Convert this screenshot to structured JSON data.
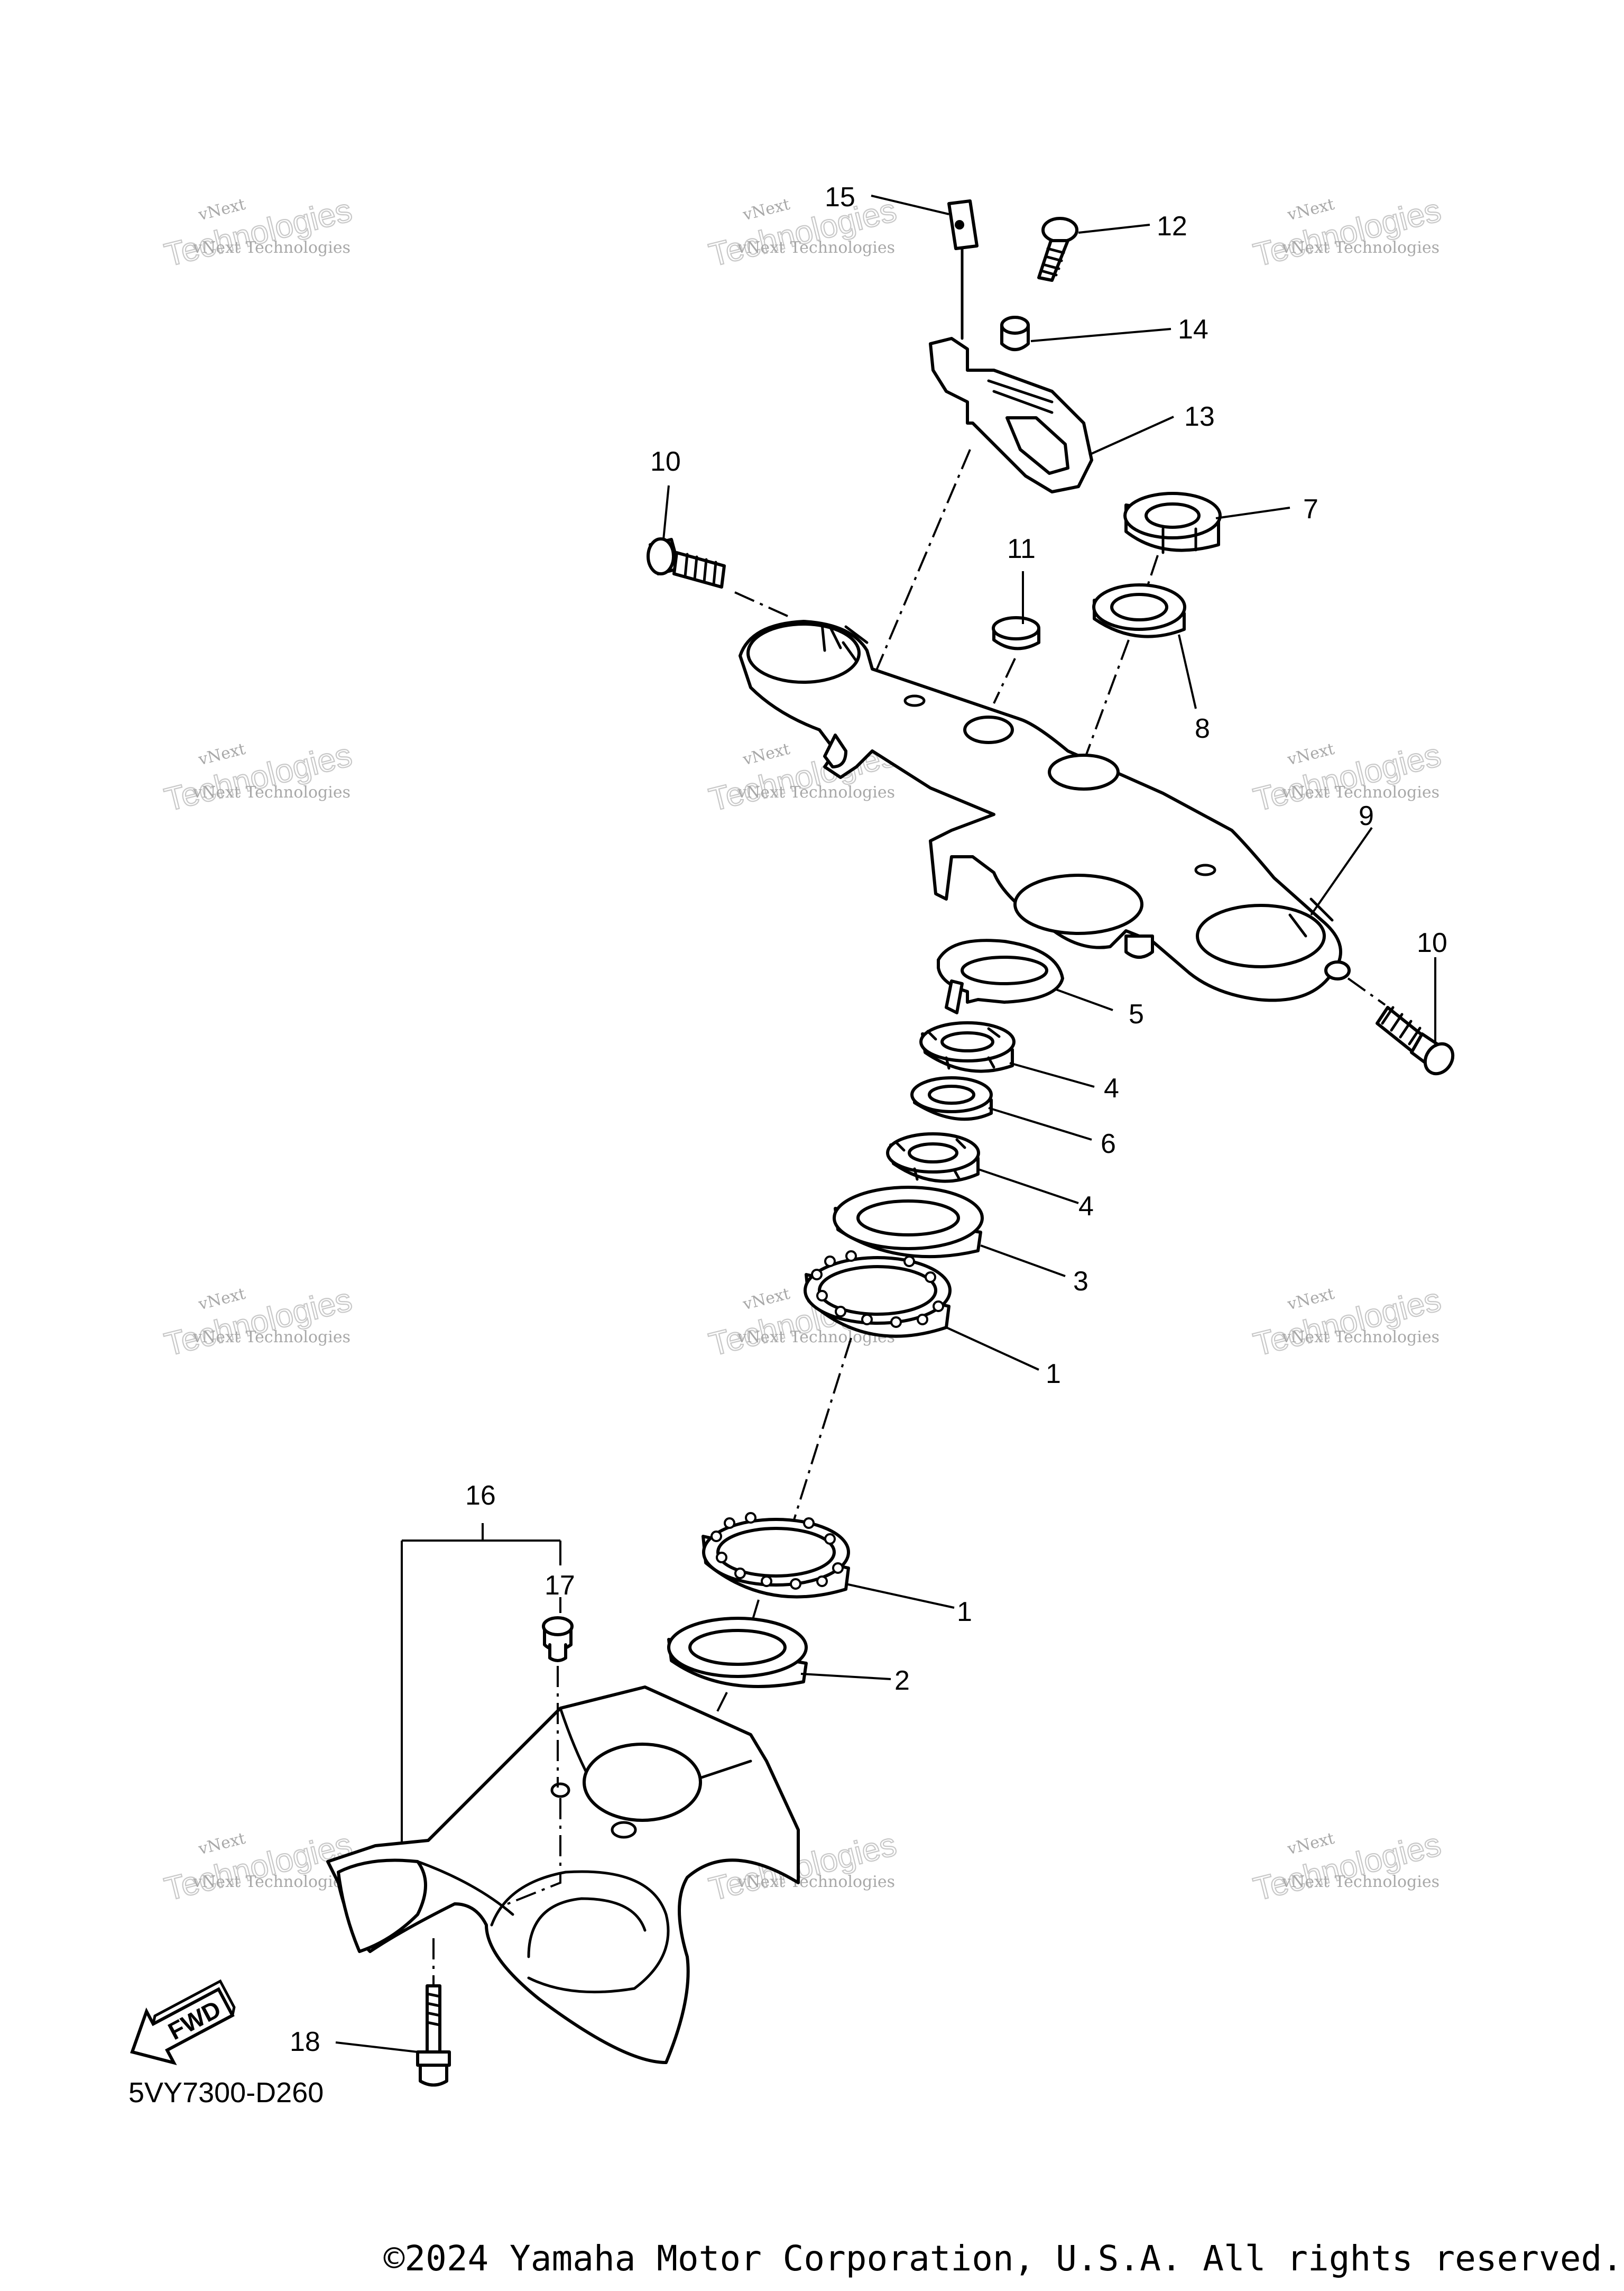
{
  "diagram": {
    "code": "5VY7300-D260",
    "fwd_label": "FWD",
    "watermark_line1": "vNext Technologies",
    "watermark_line2": "Technologies",
    "watermark_small": "vNext",
    "callouts": {
      "c1a": "1",
      "c1b": "1",
      "c2": "2",
      "c3": "3",
      "c4a": "4",
      "c4b": "4",
      "c5": "5",
      "c6": "6",
      "c7": "7",
      "c8": "8",
      "c9": "9",
      "c10a": "10",
      "c10b": "10",
      "c11": "11",
      "c12": "12",
      "c13": "13",
      "c14": "14",
      "c15": "15",
      "c16": "16",
      "c17": "17",
      "c18": "18"
    }
  },
  "footer": {
    "copyright": "©2024 Yamaha Motor Corporation, U.S.A. All rights reserved."
  }
}
